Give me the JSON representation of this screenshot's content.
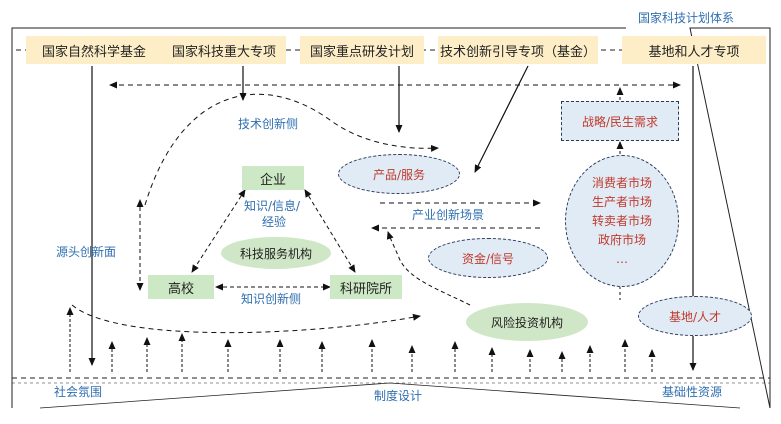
{
  "title": "国家科技计划体系",
  "programs": [
    "国家自然科学基金",
    "国家科技重大专项",
    "国家重点研发计划",
    "技术创新引导专项（基金）",
    "基地和人才专项"
  ],
  "labels": {
    "tech_innovation_side": "技术创新侧",
    "source_innovation": "源头创新面",
    "knowledge_innovation_side": "知识创新侧",
    "industry_scenario": "产业创新场景",
    "knowledge_exchange": "知识/信息/\n经验",
    "knowledge_line1": "知识/信息/",
    "knowledge_line2": "经验",
    "social_atmosphere": "社会氛围",
    "institutional_design": "制度设计",
    "basic_resources": "基础性资源"
  },
  "nodes": {
    "enterprise": "企业",
    "university": "高校",
    "research_institute": "科研院所",
    "tech_service": "科技服务机构",
    "product_service": "产品/服务",
    "fund_signal": "资金/信号",
    "venture_capital": "风险投资机构",
    "strategic_demand": "战略/民生需求",
    "base_talent": "基地/人才"
  },
  "markets": [
    "消费者市场",
    "生产者市场",
    "转卖者市场",
    "政府市场",
    "…"
  ]
}
